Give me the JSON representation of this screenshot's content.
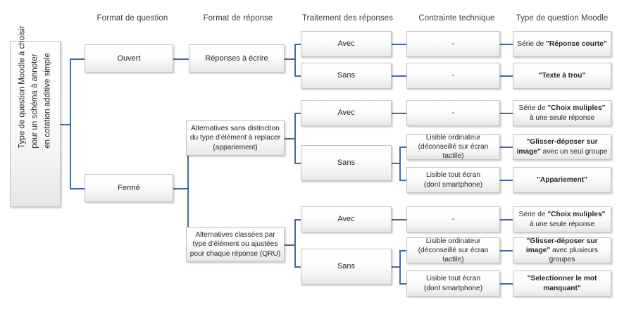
{
  "diagram": {
    "title_box": {
      "line1": "Type de question Moodle à choisir",
      "line2": "pour un schéma à annoter",
      "line3": "en cotation additive simple"
    },
    "headers": [
      {
        "label": "Format de question"
      },
      {
        "label": "Format de réponse"
      },
      {
        "label": "Traitement des réponses"
      },
      {
        "label": "Contrainte technique"
      },
      {
        "label": "Type de question Moodle"
      }
    ],
    "format_question": [
      {
        "label": "Ouvert"
      },
      {
        "label": "Fermé"
      }
    ],
    "format_reponse": [
      {
        "line1": "Réponses à écrire"
      },
      {
        "line1": "Alternatives sans distinction",
        "line2": "du type d'élément à replacer",
        "line3": "(appariement)"
      },
      {
        "line1": "Alternatives  classées par",
        "line2": "type d'élément ou ajustées",
        "line3": "pour chaque réponse (QRU)"
      }
    ],
    "traitement": [
      {
        "label": "Avec"
      },
      {
        "label": "Sans"
      },
      {
        "label": "Avec"
      },
      {
        "label": "Sans"
      },
      {
        "label": "Avec"
      },
      {
        "label": "Sans"
      }
    ],
    "contrainte": [
      {
        "line1": "-",
        "line2": ""
      },
      {
        "line1": "-",
        "line2": ""
      },
      {
        "line1": "-",
        "line2": ""
      },
      {
        "line1": "Lisible ordinateur",
        "line2": "(déconseillé sur écran tactile)"
      },
      {
        "line1": "Lisible tout écran",
        "line2": "(dont smartphone)"
      },
      {
        "line1": "-",
        "line2": ""
      },
      {
        "line1": "Lisible ordinateur",
        "line2": "(déconseillé sur écran tactile)"
      },
      {
        "line1": "Lisible tout écran",
        "line2": "(dont smartphone)"
      }
    ],
    "moodle_types": [
      {
        "prefix": "Série de ",
        "quoted": "\"Réponse courte\"",
        "suffix": ""
      },
      {
        "prefix": "",
        "quoted": "\"Texte à trou\"",
        "suffix": ""
      },
      {
        "prefix": "Série de ",
        "quoted": "\"Choix muliples\"",
        "suffix": " à une seule réponse"
      },
      {
        "prefix": "",
        "quoted": "\"Glisser-déposer sur image\"",
        "suffix": " avec un seul groupe"
      },
      {
        "prefix": "",
        "quoted": "\"Appariement\"",
        "suffix": ""
      },
      {
        "prefix": "Série de ",
        "quoted": "\"Choix muliples\"",
        "suffix": " à une seule réponse"
      },
      {
        "prefix": "",
        "quoted": "\"Glisser-déposer sur image\"",
        "suffix": " avec plusieurs groupes"
      },
      {
        "prefix": "",
        "quoted": "\"Selectionner le mot manquant\"",
        "suffix": ""
      }
    ],
    "colors": {
      "connector": "#44699d",
      "box_border": "#c3c3c3",
      "text": "#262626",
      "header_text": "#3a3a3a",
      "background": "#ffffff"
    }
  }
}
